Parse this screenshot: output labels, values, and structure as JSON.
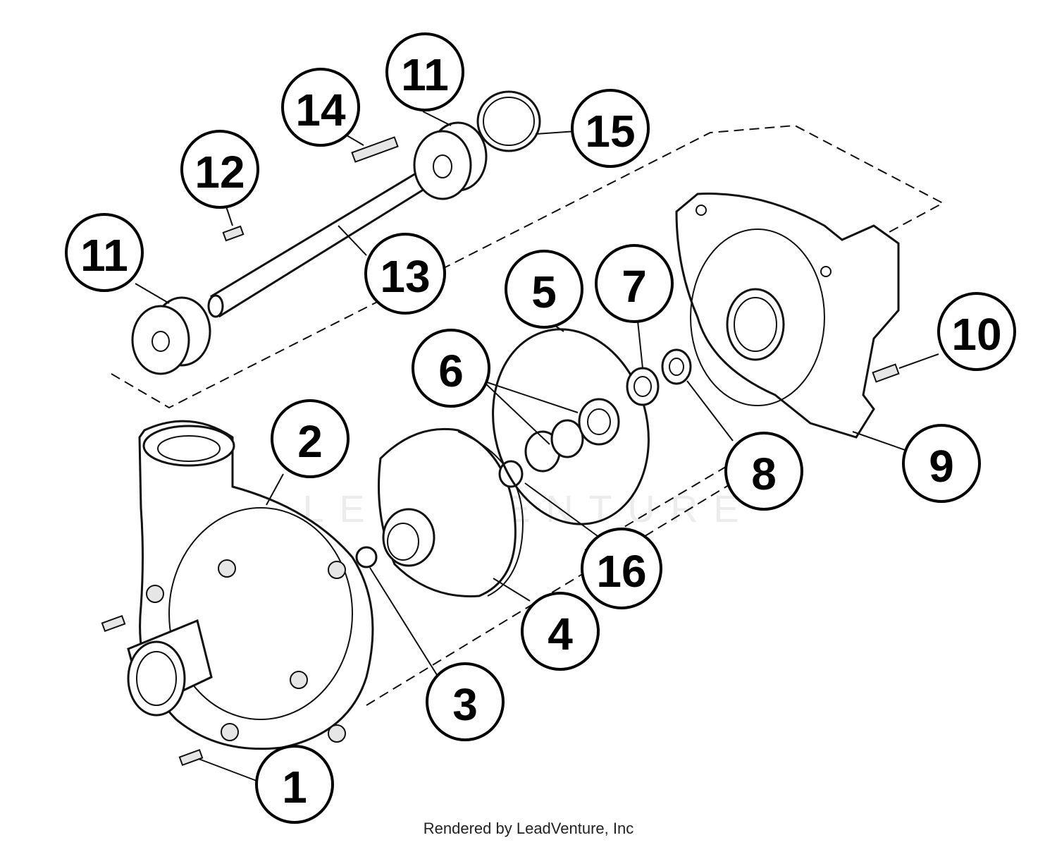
{
  "watermark": "LEADVENTURE",
  "footer": "Rendered by LeadVenture, Inc",
  "callouts": [
    "1",
    "2",
    "3",
    "4",
    "5",
    "6",
    "7",
    "8",
    "9",
    "10",
    "11",
    "11",
    "12",
    "13",
    "14",
    "15",
    "16"
  ]
}
